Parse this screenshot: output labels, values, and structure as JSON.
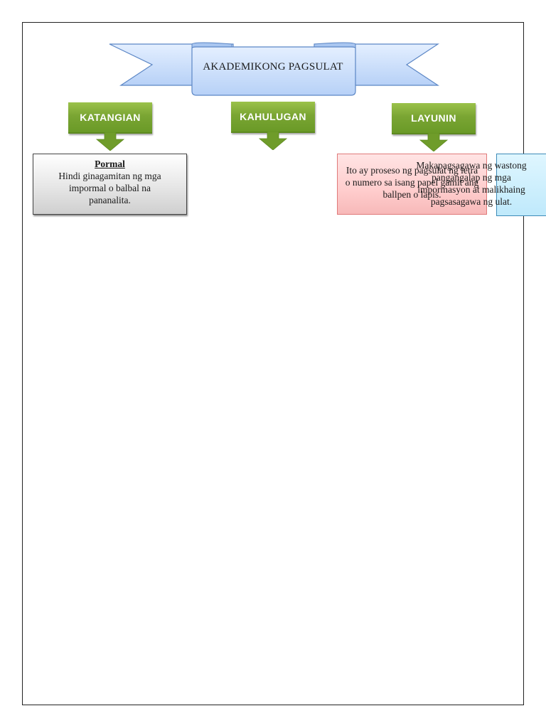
{
  "title": "AKADEMIKONG PAGSULAT",
  "categories": {
    "katangian": "KATANGIAN",
    "kahulugan": "KAHULUGAN",
    "layunin": "LAYUNIN"
  },
  "katangian_box": {
    "heading": "Pormal",
    "text": "Hindi ginagamitan ng mga impormal o balbal na pananalita."
  },
  "kahulugan_box": {
    "text": "Ito ay proseso ng pagsulat ng letra o numero sa isang papel gamit ang ballpen o lapis."
  },
  "layunin_box": {
    "text": "Makapagsagawa ng wastong pangangalap ng mga impormasyon at malikhaing pagsasagawa ng ulat."
  },
  "colors": {
    "banner_fill": "#c6dcfb",
    "banner_stroke": "#5b86c5",
    "category_green": "#7aa533",
    "pormal_gray": "#e0e0e0",
    "kahulugan_pink": "#ffcdcd",
    "layunin_blue": "#bfe9fb"
  }
}
